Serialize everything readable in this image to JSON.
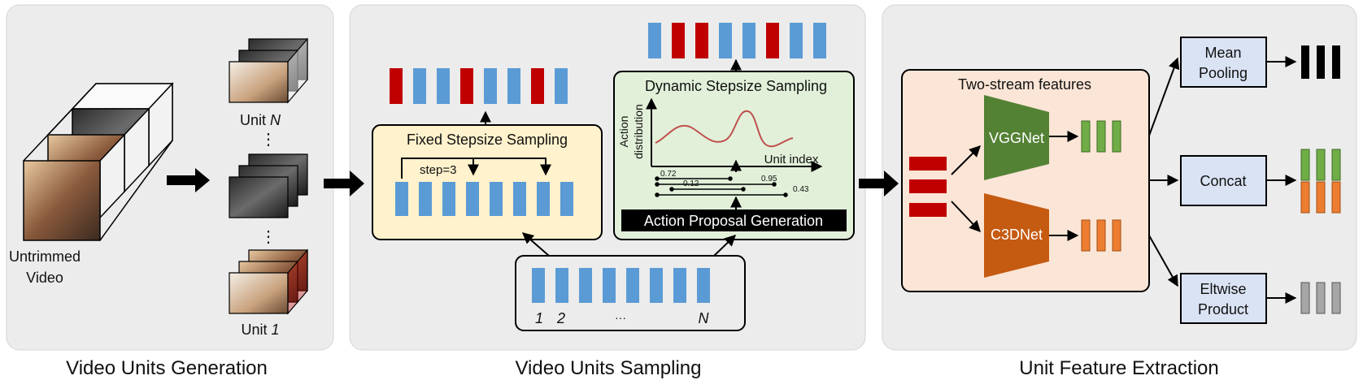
{
  "sections": {
    "generation": "Video Units Generation",
    "sampling": "Video Units Sampling",
    "extraction": "Unit Feature Extraction"
  },
  "generation": {
    "video_label_1": "Untrimmed",
    "video_label_2": "Video",
    "unit_n_prefix": "Unit ",
    "unit_n_var": "N",
    "unit_1_prefix": "Unit ",
    "unit_1_var": "1",
    "ellipsis": "⋮"
  },
  "sampling": {
    "fixed_title": "Fixed Stepsize Sampling",
    "step_label": "step=3",
    "dynamic_title": "Dynamic Stepsize Sampling",
    "y_axis_1": "Action",
    "y_axis_2": "distribution",
    "x_axis": "Unit index",
    "proposal_scores": [
      "0.72",
      "0.12",
      "0.95",
      "0.43"
    ],
    "proposal_button": "Action Proposal Generation",
    "input_index_1": "1",
    "input_index_2": "2",
    "input_ellipsis": "···",
    "input_index_n": "N",
    "fixed_output_pattern": [
      "red",
      "blue",
      "blue",
      "red",
      "blue",
      "blue",
      "red",
      "blue"
    ],
    "dynamic_output_pattern": [
      "blue",
      "red",
      "red",
      "blue",
      "blue",
      "red",
      "blue",
      "blue"
    ]
  },
  "extraction": {
    "two_stream_title": "Two-stream features",
    "vgg_label": "VGGNet",
    "c3d_label": "C3DNet",
    "mean_pooling_1": "Mean",
    "mean_pooling_2": "Pooling",
    "concat": "Concat",
    "eltwise_1": "Eltwise",
    "eltwise_2": "Product"
  },
  "colors": {
    "blue": "#5b9bd5",
    "red": "#c00000",
    "green": "#70ad47",
    "orange": "#ed7d31",
    "gray": "#a6a6a6",
    "black": "#000000",
    "vgg_fill": "#548235",
    "c3d_fill": "#c55a11",
    "panel_bg": "#ececec",
    "fixed_bg": "#fff2cc",
    "dynamic_bg": "#e2f0d9",
    "two_stream_bg": "#fbe5d6",
    "op_box_bg": "#dae3f3"
  }
}
